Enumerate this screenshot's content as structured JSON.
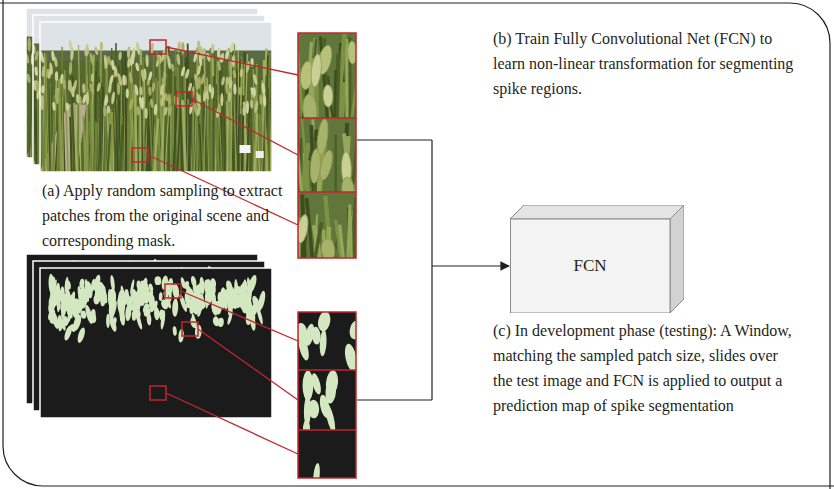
{
  "diagram": {
    "nodes": [
      {
        "text": [
          "FCN"
        ]
      }
    ],
    "labels": [
      "(a) Apply random sampling to extract patches from the original scene and corresponding mask.",
      "(b) Train Fully Convolutional Net (FCN) to learn non-linear transformation for segmenting spike regions.",
      "(c) In development phase (testing): A Window, matching the sampled patch size, slides over the test image and FCN is applied to output a prediction map of spike segmentation"
    ]
  }
}
